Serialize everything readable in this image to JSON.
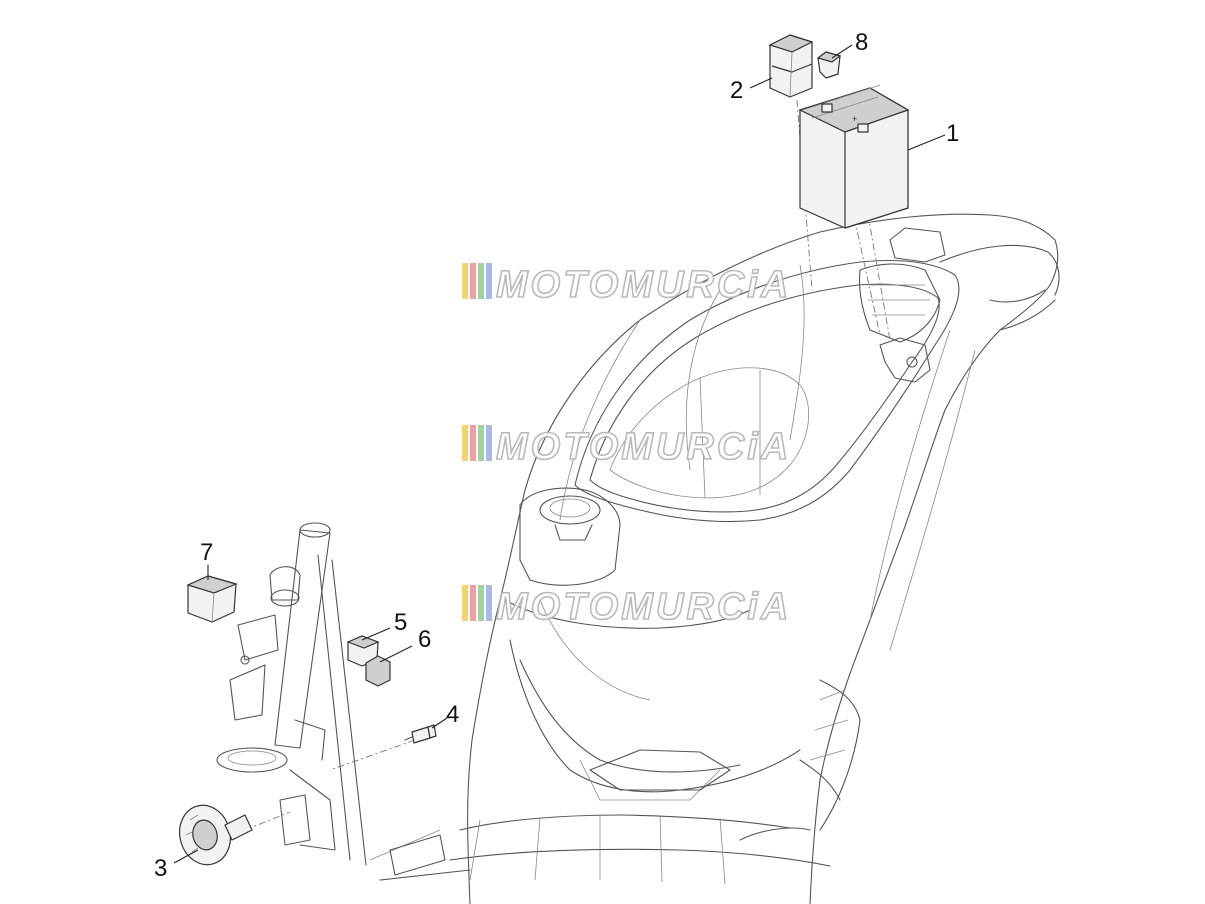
{
  "callouts": {
    "c1": "1",
    "c2": "2",
    "c3": "3",
    "c4": "4",
    "c5": "5",
    "c6": "6",
    "c7": "7",
    "c8": "8"
  },
  "watermark": {
    "text": "MOTOMURCiA",
    "stripe_colors": [
      "#f3d36b",
      "#f0a0a0",
      "#9fd49f",
      "#a8b8e8"
    ]
  }
}
